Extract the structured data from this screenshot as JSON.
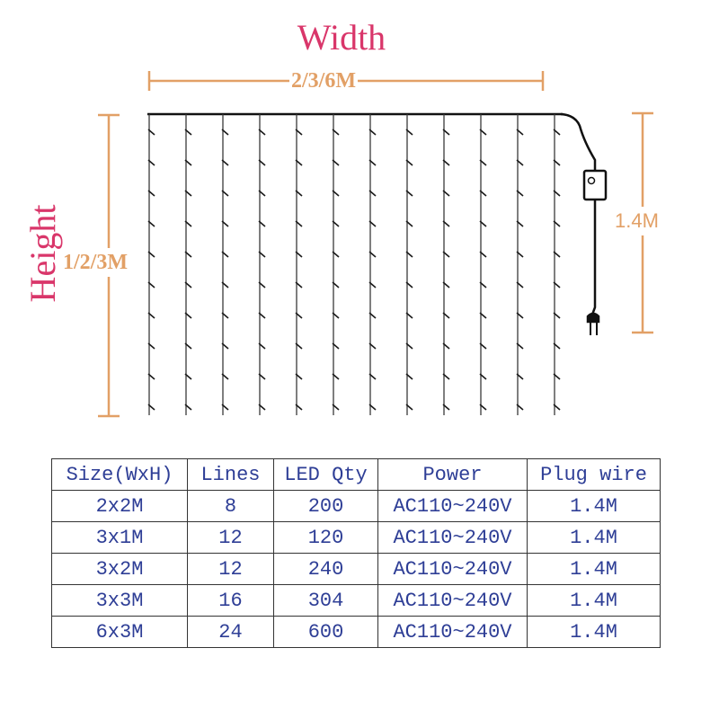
{
  "labels": {
    "width_title": "Width",
    "height_title": "Height",
    "width_dim": "2/3/6M",
    "height_dim": "1/2/3M",
    "wire_dim": "1.4M"
  },
  "colors": {
    "title": "#d9366a",
    "dimension": "#e2a066",
    "wire": "#111111",
    "table_text": "#2e3e96"
  },
  "table": {
    "headers": [
      "Size(WxH)",
      "Lines",
      "LED Qty",
      "Power",
      "Plug wire"
    ],
    "rows": [
      [
        "2x2M",
        "8",
        "200",
        "AC110~240V",
        "1.4M"
      ],
      [
        "3x1M",
        "12",
        "120",
        "AC110~240V",
        "1.4M"
      ],
      [
        "3x2M",
        "12",
        "240",
        "AC110~240V",
        "1.4M"
      ],
      [
        "3x3M",
        "16",
        "304",
        "AC110~240V",
        "1.4M"
      ],
      [
        "6x3M",
        "24",
        "600",
        "AC110~240V",
        "1.4M"
      ]
    ]
  }
}
